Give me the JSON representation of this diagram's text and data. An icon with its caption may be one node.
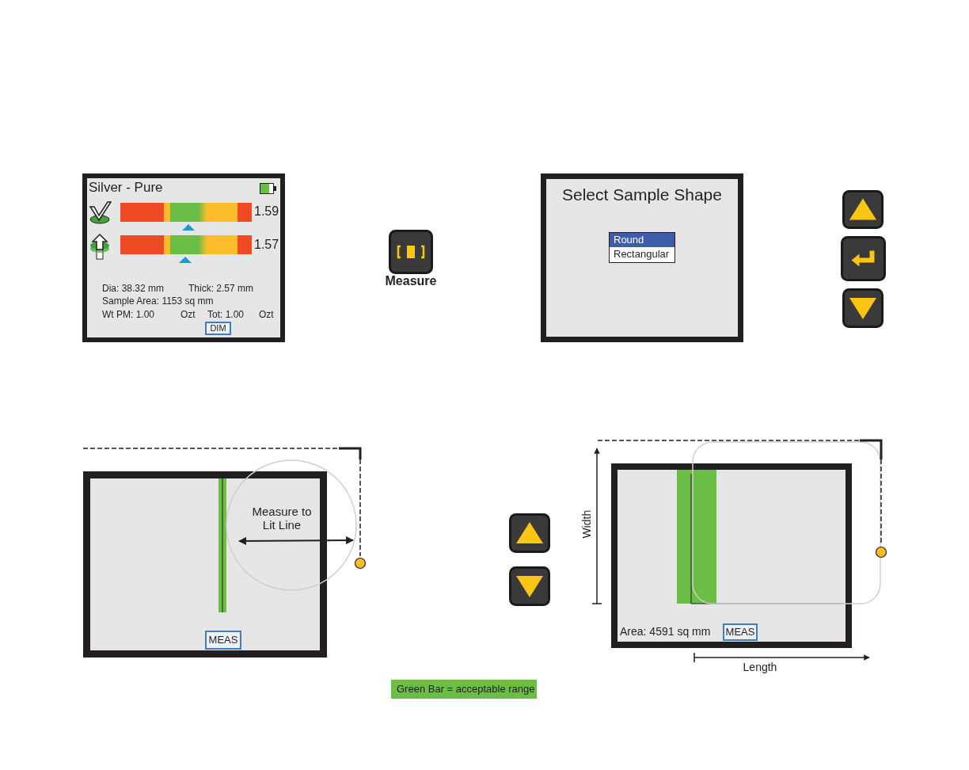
{
  "diagram": {
    "nodes": [
      {
        "text": [
          "Silver - Pure",
          "1.59",
          "1.57",
          "Dia: 38.32 mm",
          "Thick: 2.57 mm",
          "Sample Area: 1153 sq mm",
          "Wt  PM: 1.00",
          "Ozt",
          "Tot: 1.00",
          "Ozt"
        ]
      },
      {
        "text": [
          "DIM"
        ],
        "in": 0
      },
      {
        "text": [
          "Measure"
        ]
      },
      {
        "text": [
          "Select Sample Shape"
        ]
      },
      {
        "text": [
          "Round"
        ],
        "in": 3
      },
      {
        "text": [
          "Rectangular"
        ],
        "in": 3
      },
      {
        "text": [
          "Measure to Lit Line"
        ]
      },
      {
        "text": [
          "MEAS"
        ],
        "in": 6
      },
      {
        "text": [
          "Area: 4591 sq mm"
        ]
      },
      {
        "text": [
          "MEAS"
        ],
        "in": 8
      }
    ],
    "labels": [
      "Width",
      "Length"
    ],
    "legend": [
      {
        "text": "Green Bar = acceptable range",
        "color": "#6abd45"
      }
    ]
  }
}
